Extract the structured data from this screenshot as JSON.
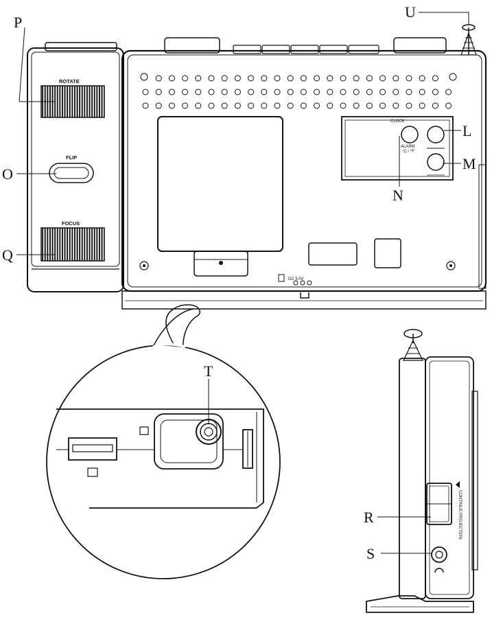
{
  "callouts": {
    "P": "P",
    "O": "O",
    "Q": "Q",
    "U": "U",
    "L": "L",
    "M": "M",
    "N": "N",
    "T": "T",
    "R": "R",
    "S": "S"
  },
  "panel_labels": {
    "rotate": "ROTATE",
    "flip": "FLIP",
    "focus": "FOCUS",
    "clock": "CLOCK",
    "alarm": "ALARM",
    "alarm_sub": "°C / °F",
    "dc_in": "DC 5.0V",
    "continue_projection": "CONTINUE PROJECTION"
  },
  "colors": {
    "line": "#111111",
    "background": "#ffffff"
  }
}
